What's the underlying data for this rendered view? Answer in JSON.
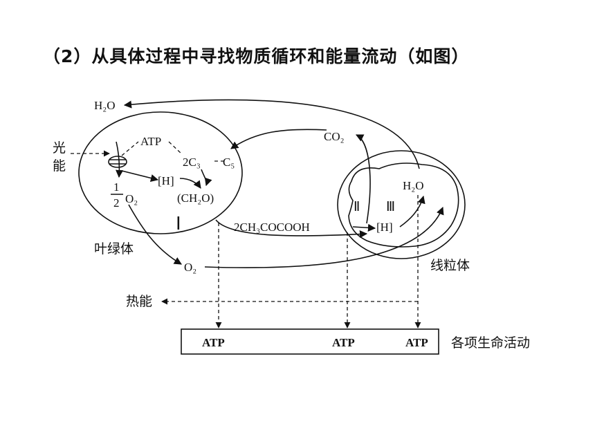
{
  "heading": "（2）从具体过程中寻找物质循环和能量流动（如图）",
  "diagram": {
    "h2o_top": "H₂O",
    "light_1": "光",
    "light_2": "能",
    "atp_chloro": "ATP",
    "c3": "2C₃",
    "c5": "C₅",
    "h_chloro": "[H]",
    "ch2o": "(CH₂O)",
    "half": "1",
    "half_den": "2",
    "o2_chloro": "O₂",
    "roman_1": "Ⅰ",
    "chloroplast": "叶绿体",
    "co2": "CO₂",
    "h2o_mito": "H₂O",
    "roman_2": "Ⅱ",
    "roman_3": "Ⅲ",
    "pyruvate": "2CH₃COCOOH",
    "h_mito": "[H]",
    "o2_mid": "O₂",
    "mitochondrion": "线粒体",
    "heat": "热能",
    "atp_1": "ATP",
    "atp_2": "ATP",
    "atp_3": "ATP",
    "life_activities": "各项生命活动"
  }
}
